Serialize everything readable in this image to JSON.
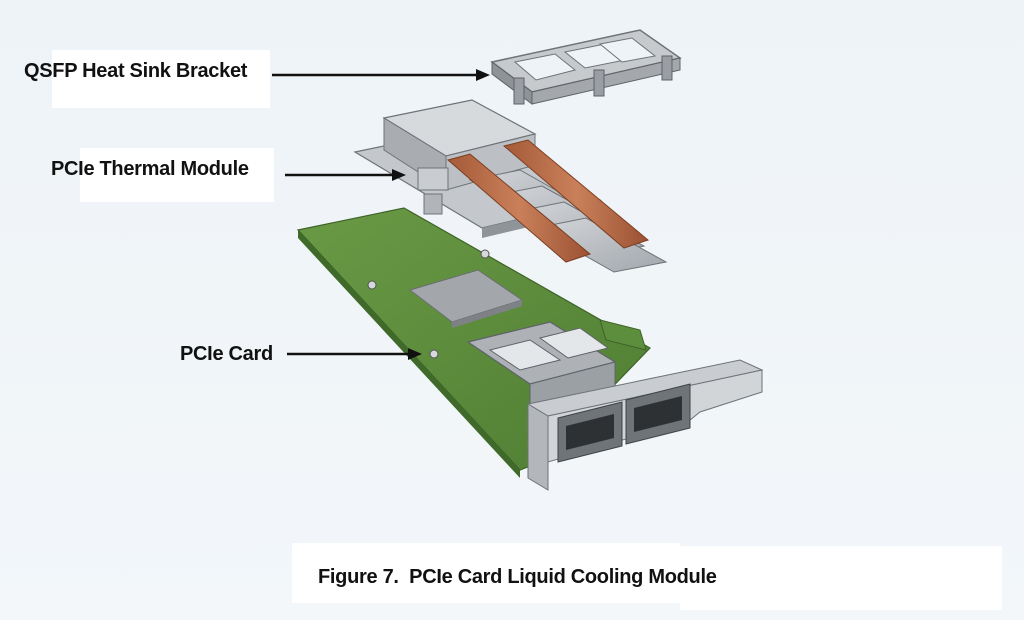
{
  "labels": {
    "bracket": "QSFP Heat Sink Bracket",
    "thermal": "PCIe Thermal Module",
    "card": "PCIe Card"
  },
  "caption": {
    "figure": "Figure 7.",
    "title": "PCIe Card Liquid Cooling Module"
  },
  "colors": {
    "pcb": "#5a8a3a",
    "metal": "#b9bdc2",
    "copper": "#b86a45",
    "arrow": "#111111"
  }
}
